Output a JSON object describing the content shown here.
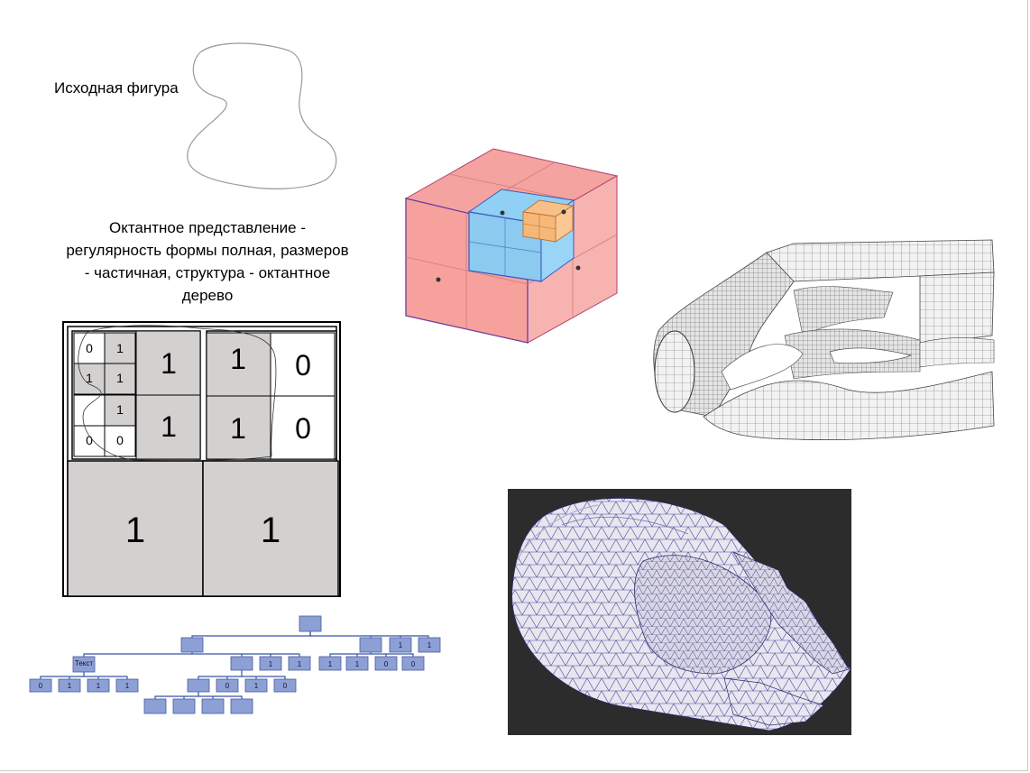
{
  "slide": {
    "source_label": "Исходная фигура",
    "caption": "Октантное представление - регулярность формы полная, размеров - частичная, структура - октантное дерево"
  },
  "quadtree": {
    "small_cells": [
      "0",
      "1",
      "1",
      "1",
      "",
      "1",
      "0",
      "0"
    ],
    "mid_left_top": "1",
    "mid_left_bottom": "1",
    "right_cells": [
      "1",
      "0",
      "1",
      "0"
    ],
    "bottom_cells": [
      "1",
      "1"
    ]
  },
  "tree": {
    "level2_right": [
      "1",
      "1"
    ],
    "text_node": "Текст",
    "level3_left": [
      "0",
      "1",
      "1",
      "1"
    ],
    "level3_mid_right": [
      "1",
      "1"
    ],
    "level3_right": [
      "1",
      "1",
      "0",
      "0"
    ],
    "level4_mid": [
      "0",
      "1",
      "0"
    ]
  },
  "colors": {
    "cube_outer": "#f4a3a0",
    "cube_mid": "#8fd0f4",
    "cube_inner": "#f8c089",
    "cell_gray": "#d3d0d0",
    "tree_node": "#8da0d6"
  }
}
